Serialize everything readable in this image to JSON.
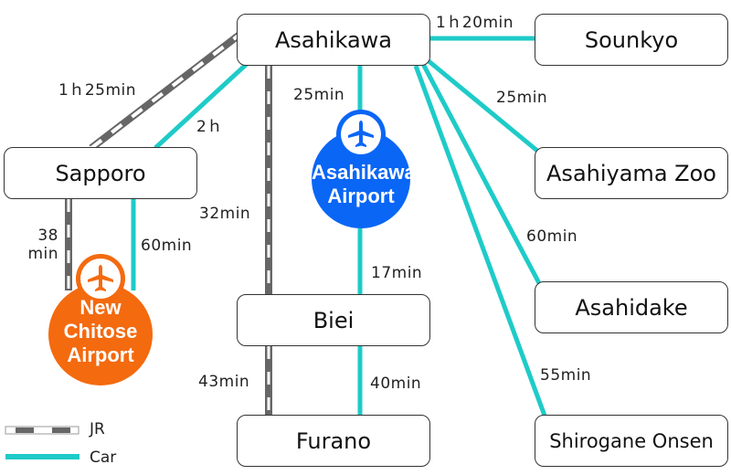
{
  "colors": {
    "car": "#1ecbc8",
    "jr_dark": "#666666",
    "jr_light": "#ffffff",
    "asahikawa_airport": "#0a66f5",
    "new_chitose_airport": "#f46a0f",
    "box_border": "#333333"
  },
  "nodes": {
    "asahikawa": "Asahikawa",
    "sounkyo": "Sounkyo",
    "sapporo": "Sapporo",
    "asahiyama_zoo": "Asahiyama Zoo",
    "biei": "Biei",
    "asahidake": "Asahidake",
    "furano": "Furano",
    "shirogane_onsen": "Shirogane Onsen"
  },
  "airports": {
    "asahikawa": {
      "line1": "Asahikawa",
      "line2": "Airport",
      "icon": "airplane-icon"
    },
    "new_chitose": {
      "line1": "New",
      "line2": "Chitose",
      "line3": "Airport",
      "icon": "airplane-icon"
    }
  },
  "routes": {
    "sapporo_asahikawa_jr": "1ｈ25min",
    "sapporo_asahikawa_car": "2ｈ",
    "asahikawa_sounkyo_car": "1ｈ20min",
    "asahikawa_airport_car": "25min",
    "asahikawa_zoo_car": "25min",
    "asahikawa_biei_jr": "32min",
    "sapporo_chitose_jr_1": "38",
    "sapporo_chitose_jr_2": "min",
    "sapporo_chitose_car": "60min",
    "asahikawa_asahidake_car": "60min",
    "airport_biei_car": "17min",
    "biei_furano_jr": "43min",
    "biei_furano_car": "40min",
    "asahikawa_shirogane_car": "55min"
  },
  "legend": {
    "jr": "JR",
    "car": "Car"
  }
}
